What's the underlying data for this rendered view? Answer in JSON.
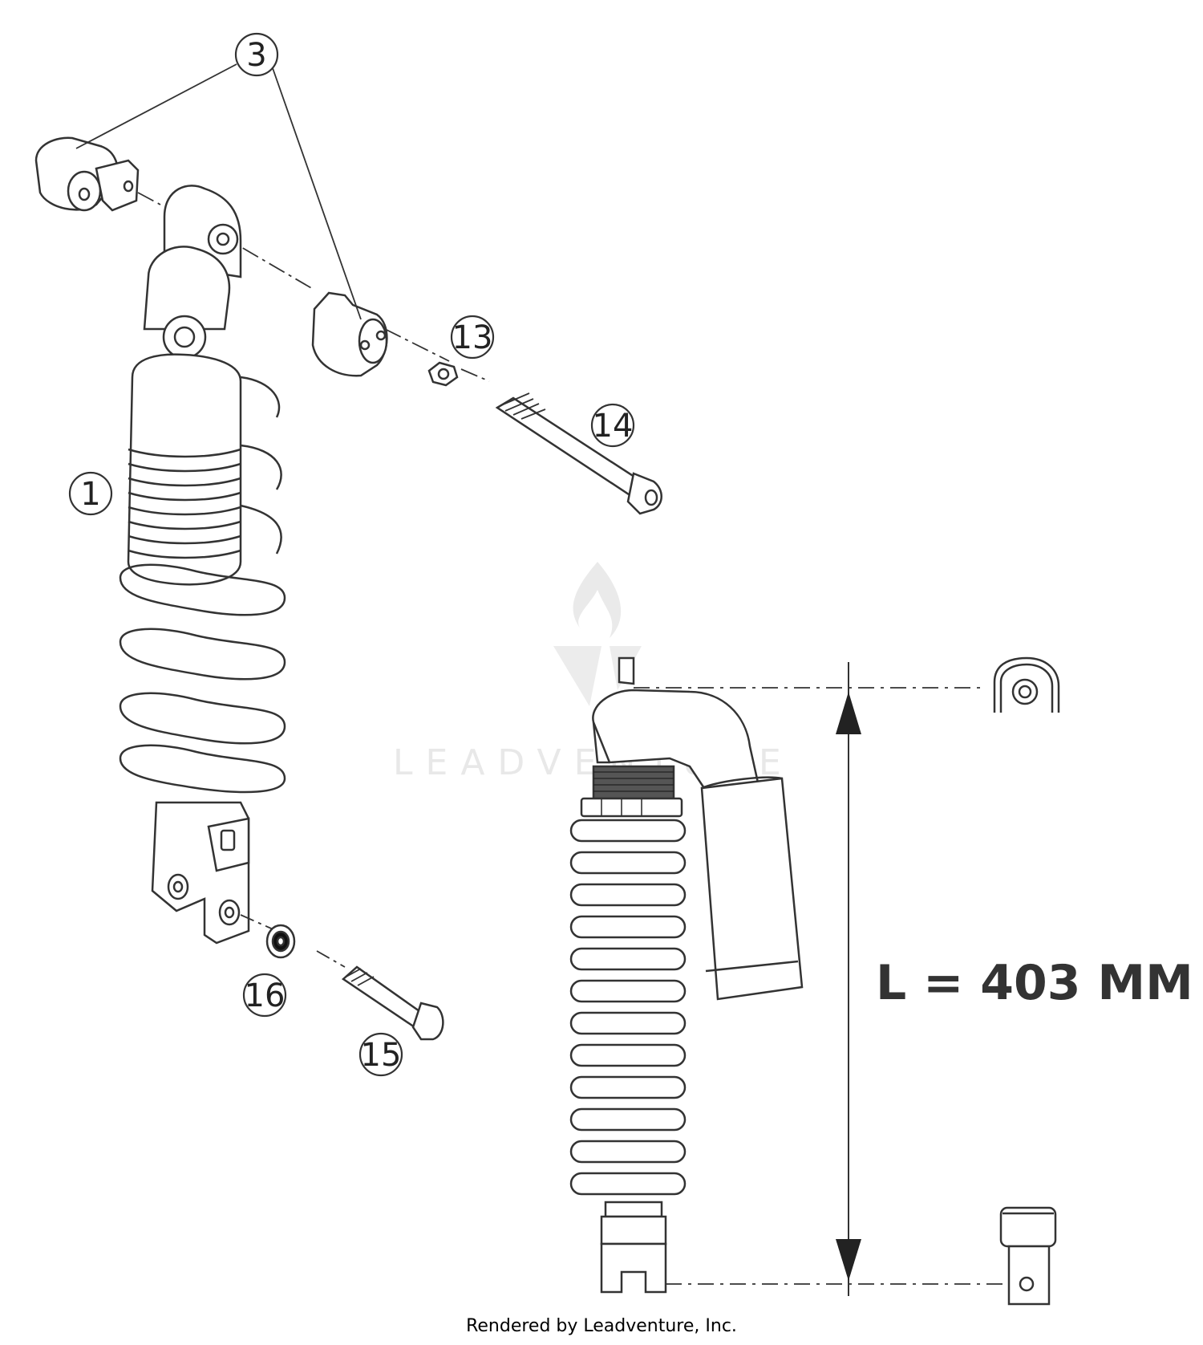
{
  "callouts": {
    "c1": "1",
    "c3": "3",
    "c13": "13",
    "c14": "14",
    "c15": "15",
    "c16": "16"
  },
  "dimension": {
    "label": "L = 403 MM"
  },
  "watermark": {
    "text": "LEADVENTURE"
  },
  "footer": {
    "credit": "Rendered by Leadventure, Inc."
  },
  "colors": {
    "line": "#333333",
    "watermark": "#e6e6e6"
  }
}
